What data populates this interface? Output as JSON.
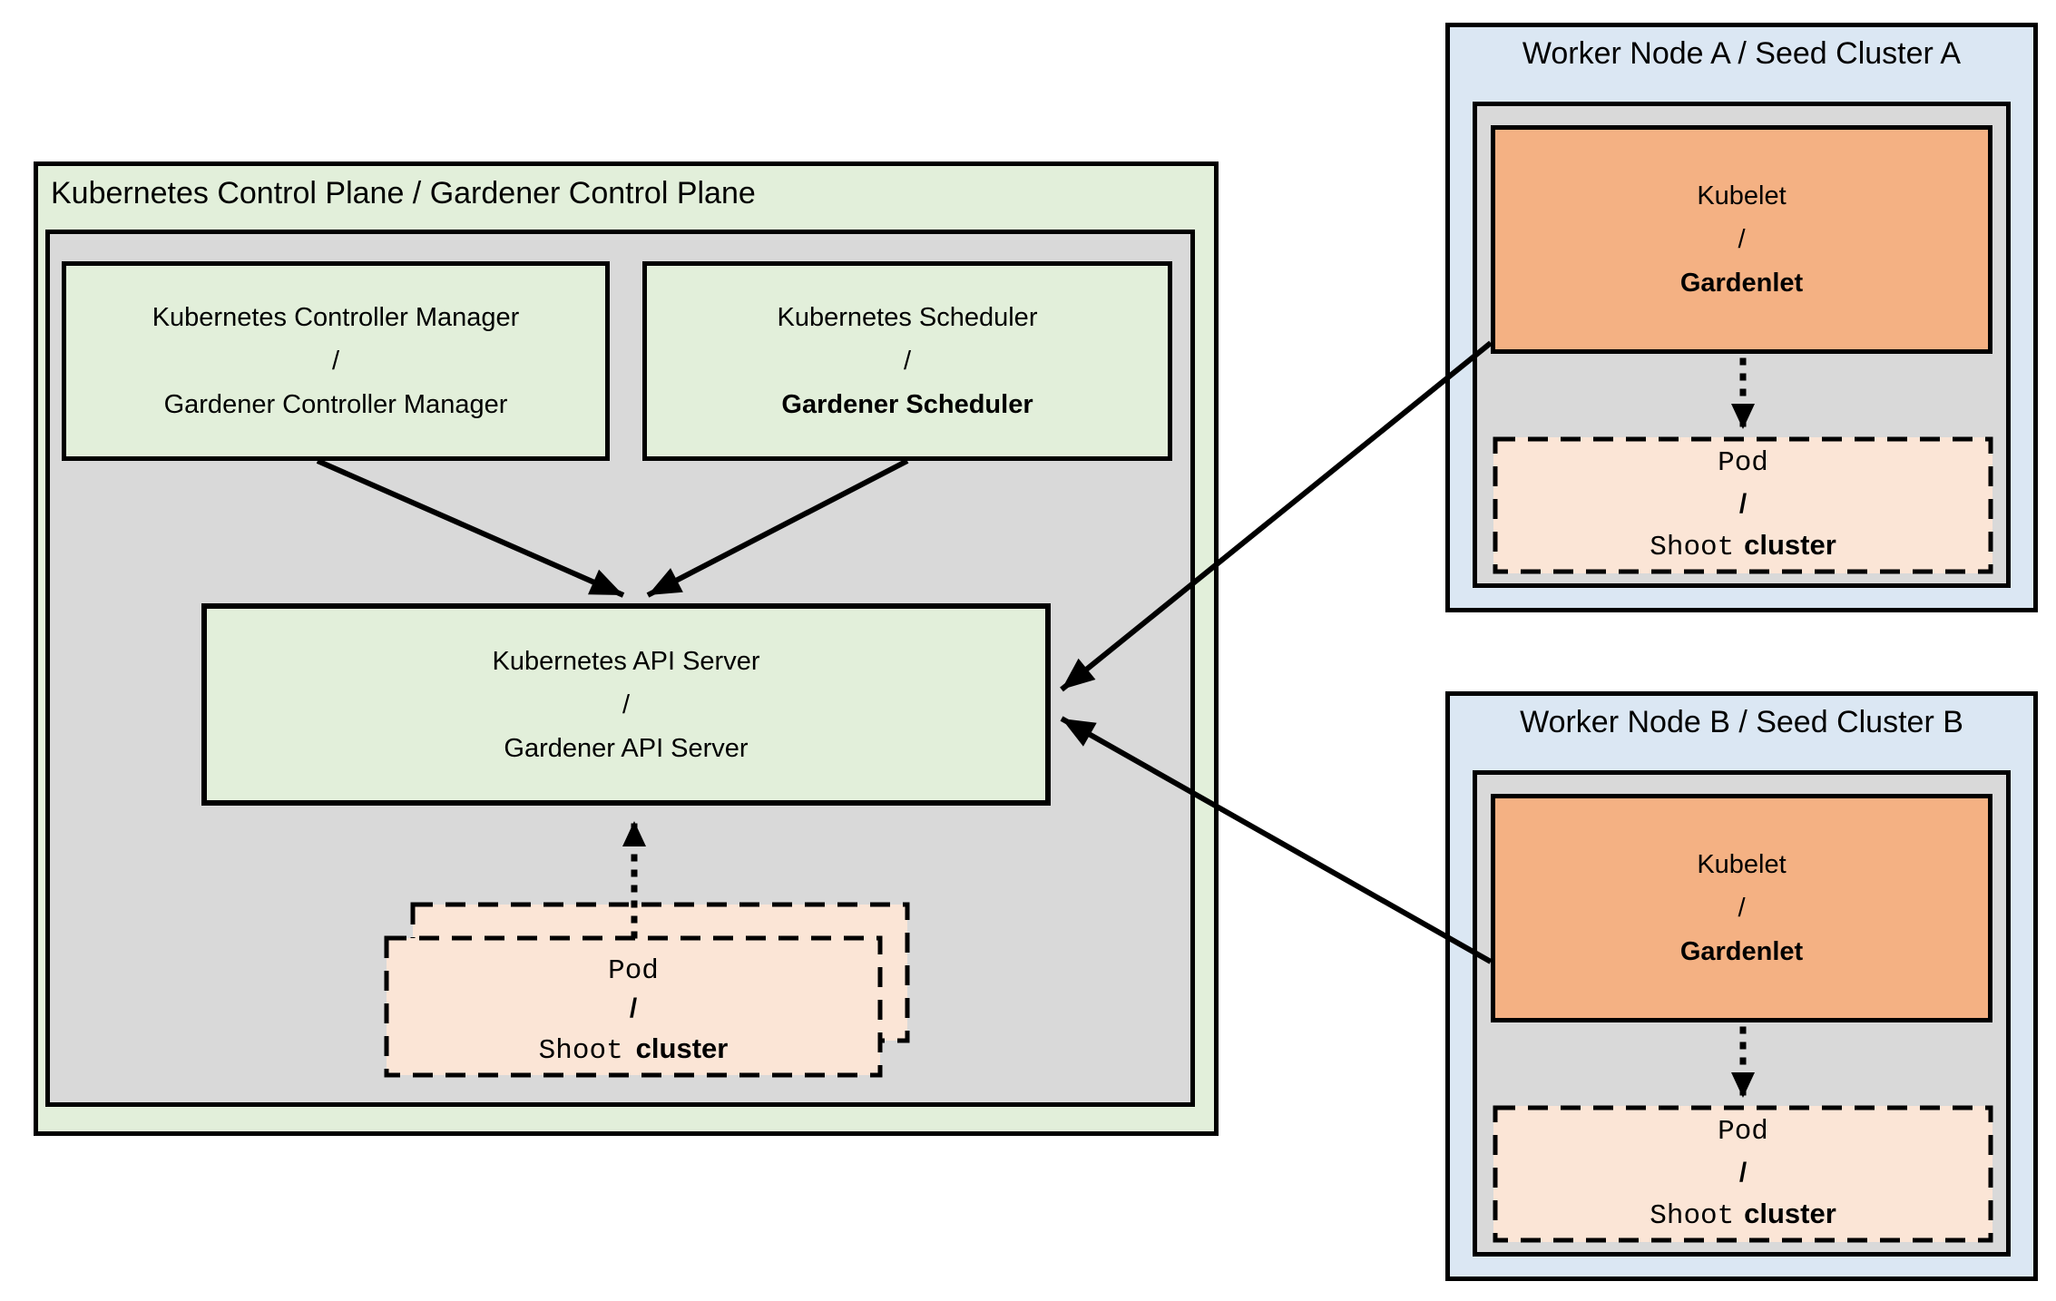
{
  "colors": {
    "green": "#e2efda",
    "gray": "#d9d9d9",
    "blue": "#dbe7f3",
    "orange": "#f4b183",
    "peach": "#fbe5d6",
    "line": "#000000"
  },
  "control_plane": {
    "title": "Kubernetes Control Plane / Gardener Control Plane",
    "controller_manager": {
      "line1": "Kubernetes Controller Manager",
      "line2": "/",
      "line3": "Gardener Controller Manager"
    },
    "scheduler": {
      "line1": "Kubernetes Scheduler",
      "line2": "/",
      "line3": "Gardener Scheduler"
    },
    "api_server": {
      "line1": "Kubernetes API Server",
      "line2": "/",
      "line3": "Gardener API Server"
    },
    "pod_stack": {
      "line1": "Pod",
      "line2": "/",
      "line3_mono": "Shoot",
      "line3_sans": "cluster"
    }
  },
  "workers": [
    {
      "title": "Worker Node A / Seed Cluster A",
      "kubelet": {
        "line1": "Kubelet",
        "line2": "/",
        "line3": "Gardenlet"
      },
      "pod": {
        "line1": "Pod",
        "line2": "/",
        "line3_mono": "Shoot",
        "line3_sans": "cluster"
      }
    },
    {
      "title": "Worker Node B / Seed Cluster B",
      "kubelet": {
        "line1": "Kubelet",
        "line2": "/",
        "line3": "Gardenlet"
      },
      "pod": {
        "line1": "Pod",
        "line2": "/",
        "line3_mono": "Shoot",
        "line3_sans": "cluster"
      }
    }
  ]
}
